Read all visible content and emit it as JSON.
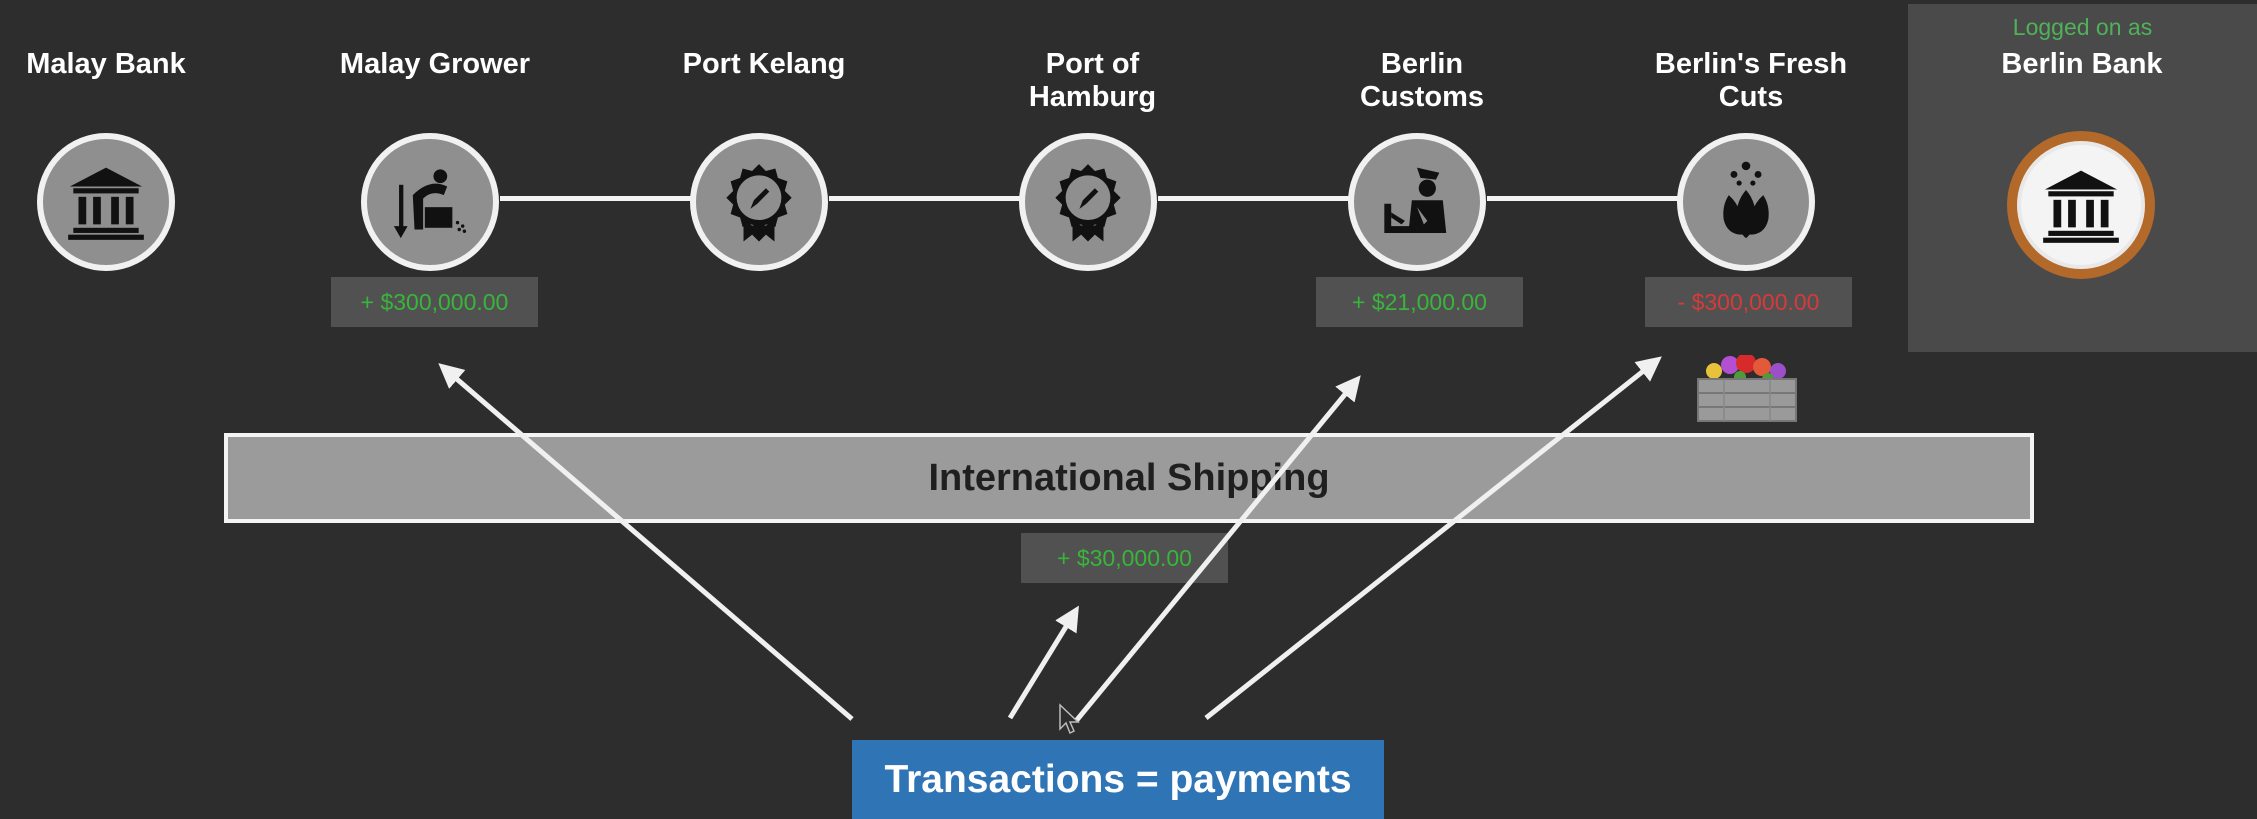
{
  "participants": [
    {
      "name": "Malay Bank",
      "icon": "bank-icon"
    },
    {
      "name": "Malay Grower",
      "icon": "grower-icon"
    },
    {
      "name": "Port Kelang",
      "icon": "certificate-icon"
    },
    {
      "name": "Port of Hamburg",
      "icon": "certificate-icon"
    },
    {
      "name": "Berlin Customs",
      "icon": "customs-officer-icon"
    },
    {
      "name": "Berlin's Fresh Cuts",
      "icon": "tulip-icon"
    },
    {
      "name": "Berlin Bank",
      "icon": "bank-icon"
    }
  ],
  "session": {
    "caption": "Logged on as",
    "user": "Berlin Bank"
  },
  "amounts": {
    "malay_grower": "+ $300,000.00",
    "berlin_customs": "+ $21,000.00",
    "berlin_fresh_cuts": "- $300,000.00",
    "international_shipping": "+ $30,000.00"
  },
  "shipping": {
    "label": "International Shipping"
  },
  "callout": {
    "text": "Transactions = payments"
  },
  "colors": {
    "background": "#2e2d2d",
    "positive": "#38b53a",
    "negative": "#d73a3a",
    "callout": "#2f75b6",
    "active_ring": "#b3692a",
    "logged_caption": "#4fb25a"
  }
}
